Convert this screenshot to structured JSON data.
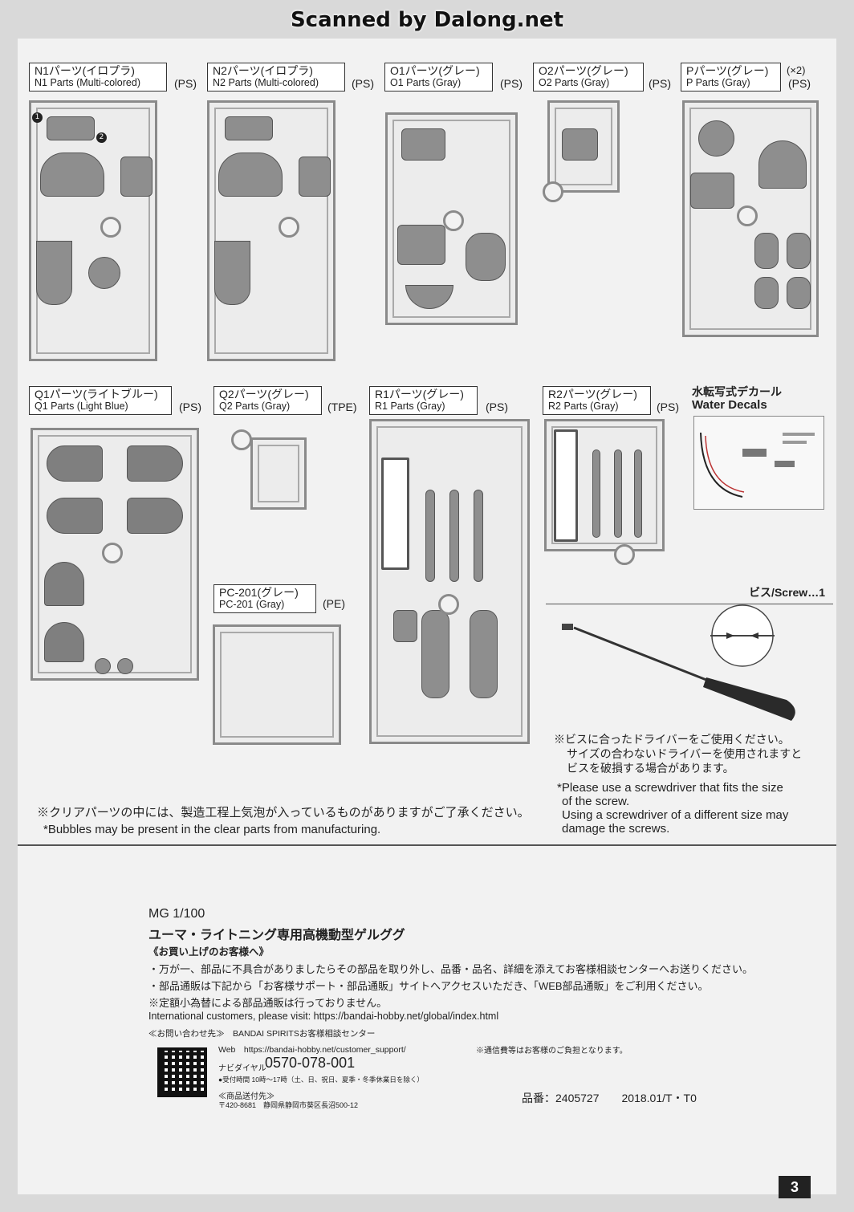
{
  "header": {
    "scanner": "Scanned by Dalong.net"
  },
  "runners": {
    "n1": {
      "jp": "N1パーツ(イロプラ)",
      "en": "N1 Parts (Multi-colored)",
      "mat": "(PS)"
    },
    "n2": {
      "jp": "N2パーツ(イロプラ)",
      "en": "N2 Parts (Multi-colored)",
      "mat": "(PS)"
    },
    "o1": {
      "jp": "O1パーツ(グレー)",
      "en": "O1 Parts (Gray)",
      "mat": "(PS)"
    },
    "o2": {
      "jp": "O2パーツ(グレー)",
      "en": "O2 Parts (Gray)",
      "mat": "(PS)"
    },
    "p": {
      "jp": "Pパーツ(グレー)",
      "en": "P Parts (Gray)",
      "mat": "(PS)",
      "qty": "(×2)"
    },
    "q1": {
      "jp": "Q1パーツ(ライトブルー)",
      "en": "Q1 Parts (Light Blue)",
      "mat": "(PS)"
    },
    "q2": {
      "jp": "Q2パーツ(グレー)",
      "en": "Q2 Parts (Gray)",
      "mat": "(TPE)"
    },
    "r1": {
      "jp": "R1パーツ(グレー)",
      "en": "R1 Parts (Gray)",
      "mat": "(PS)"
    },
    "r2": {
      "jp": "R2パーツ(グレー)",
      "en": "R2 Parts (Gray)",
      "mat": "(PS)"
    },
    "pc": {
      "jp": "PC-201(グレー)",
      "en": "PC-201 (Gray)",
      "mat": "(PE)"
    }
  },
  "decals": {
    "jp": "水転写式デカール",
    "en": "Water Decals"
  },
  "screw": {
    "title": "ビス/Screw…1",
    "jp1": "※ビスに合ったドライバーをご使用ください。",
    "jp2": "サイズの合わないドライバーを使用されますと",
    "jp3": "ビスを破損する場合があります。",
    "en1": "*Please use a screwdriver that fits the size",
    "en2": "of the screw.",
    "en3": "Using a screwdriver of a different size may",
    "en4": "damage the screws."
  },
  "bubble_note": {
    "jp": "※クリアパーツの中には、製造工程上気泡が入っているものがありますがご了承ください。",
    "en": "*Bubbles may be present in the clear parts from manufacturing."
  },
  "footer": {
    "scale": "MG 1/100",
    "product": "ユーマ・ライトニング専用高機動型ゲルググ",
    "to_customers": "《お買い上げのお客様へ》",
    "line1": "・万が一、部品に不具合がありましたらその部品を取り外し、品番・品名、詳細を添えてお客様相談センターへお送りください。",
    "line2": "・部品通販は下記から「お客様サポート・部品通販」サイトへアクセスいただき、「WEB部品通販」をご利用ください。",
    "line3": "※定額小為替による部品通販は行っておりません。",
    "international": "International customers, please visit: https://bandai-hobby.net/global/index.html",
    "contact": "≪お問い合わせ先≫　BANDAI SPIRITSお客様相談センター",
    "web": "Web　https://bandai-hobby.net/customer_support/",
    "navi_label": "ナビダイヤル",
    "phone": "0570-078-001",
    "hours": "●受付時間 10時～17時（土、日、祝日、夏季・冬季休業日を除く）",
    "send_to": "≪商品送付先≫",
    "address": "〒420-8681　静岡県静岡市葵区長沼500-12",
    "postage": "※通信費等はお客様のご負担となります。",
    "code": "品番：2405727　　2018.01/T・T0"
  },
  "page_number": "3"
}
